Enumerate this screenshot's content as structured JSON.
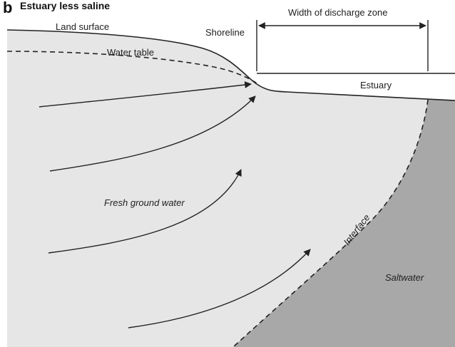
{
  "figure": {
    "panel_letter": "b",
    "title": "Estuary less saline"
  },
  "labels": {
    "land_surface": "Land surface",
    "water_table": "Water table",
    "shoreline": "Shoreline",
    "width_of_discharge_zone": "Width of discharge zone",
    "estuary": "Estuary",
    "fresh_ground_water": "Fresh ground water",
    "interface": "Interface",
    "saltwater": "Saltwater"
  },
  "colors": {
    "fresh_ground_water": "#e6e6e6",
    "saltwater": "#a8a8a8",
    "outline": "#222222"
  }
}
